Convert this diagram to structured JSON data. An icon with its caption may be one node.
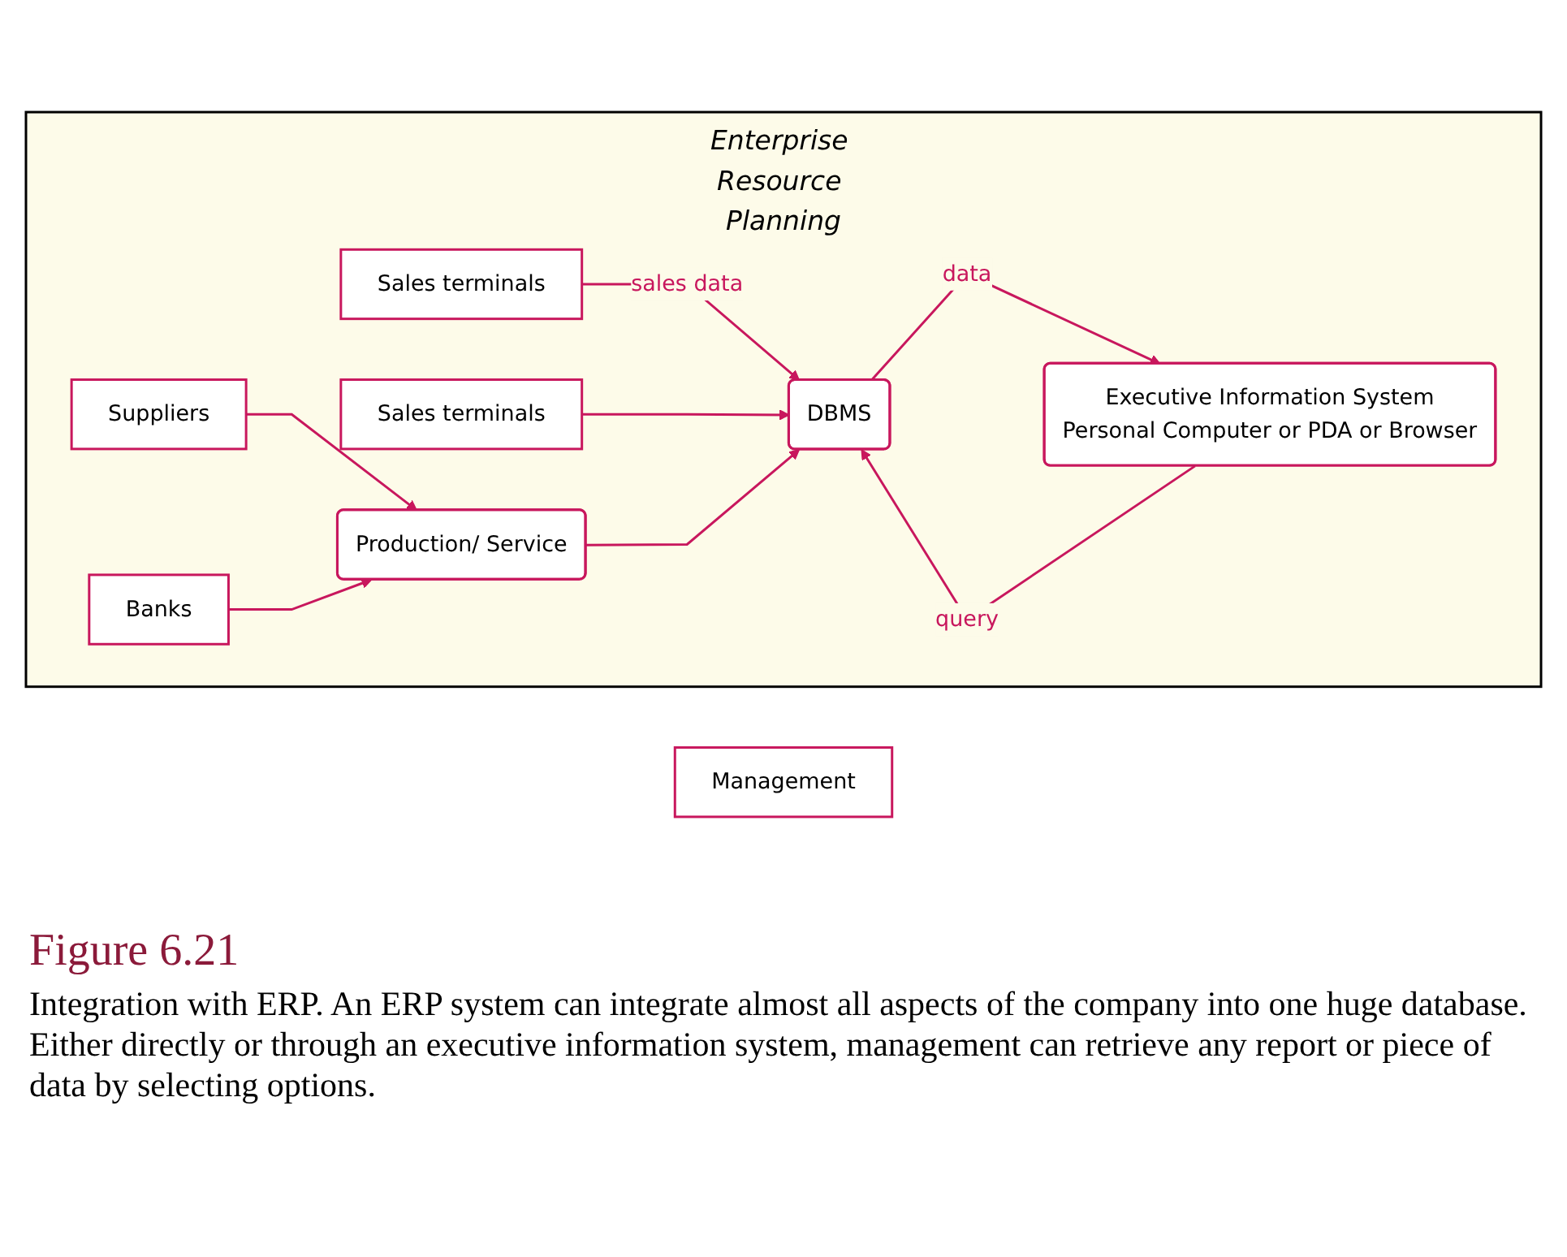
{
  "diagram": {
    "caption": "Integration with ERP. An ERP system can integrate almost all aspects of the company into one huge database. Either directly or through an executive information system, management can retrieve any report or piece of data by selecting options.",
    "nodes": [
      {
        "text": [
          "Management"
        ]
      },
      {
        "text": [
          "Enterprise Resource Planning"
        ]
      },
      {
        "text": [
          "Sales terminals"
        ],
        "in": 1
      },
      {
        "text": [
          "Sales terminals"
        ],
        "in": 1
      },
      {
        "text": [
          "DBMS"
        ],
        "in": 1
      },
      {
        "text": [
          "Executive Information System",
          "Personal Computer or PDA or Browser"
        ],
        "in": 1
      },
      {
        "text": [
          "Suppliers"
        ],
        "in": 1
      },
      {
        "text": [
          "Banks"
        ],
        "in": 1
      },
      {
        "text": [
          "Production/ Service"
        ],
        "in": 1
      }
    ],
    "edges": [
      {
        "from": 2,
        "to": 4,
        "arrow": "to",
        "label": "sales data"
      },
      {
        "from": 3,
        "to": 4,
        "arrow": "to"
      },
      {
        "from": 5,
        "to": 4,
        "arrow": "to",
        "label": "query"
      },
      {
        "from": 4,
        "to": 5,
        "arrow": "to",
        "label": "data"
      },
      {
        "from": 6,
        "to": 8,
        "arrow": "to"
      },
      {
        "from": 7,
        "to": 8,
        "arrow": "to"
      },
      {
        "from": 8,
        "to": 4,
        "arrow": "to"
      }
    ],
    "labels": [
      "Figure 6.21"
    ]
  }
}
